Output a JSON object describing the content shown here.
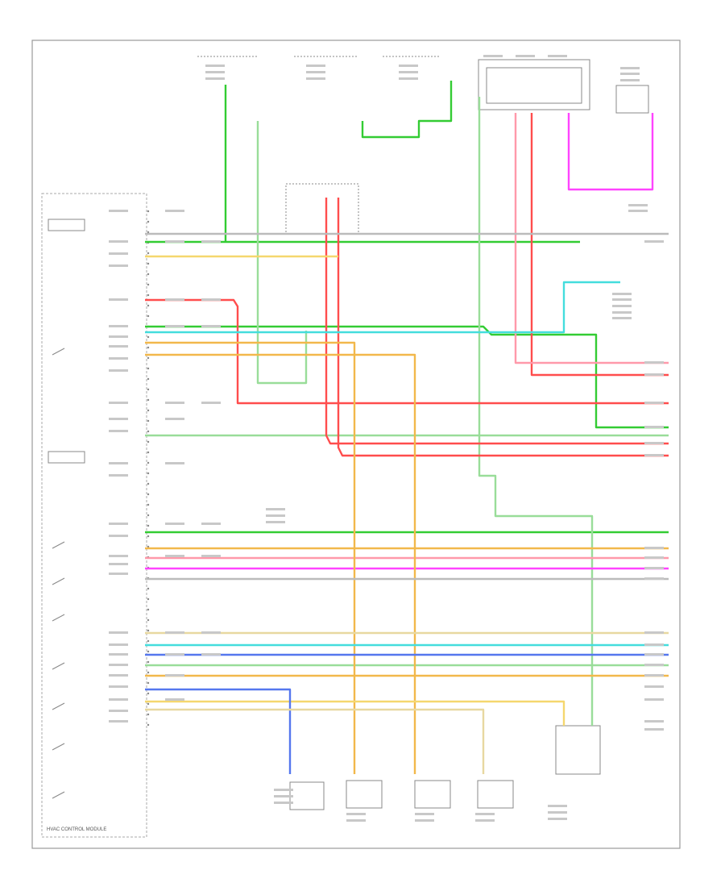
{
  "diagram": {
    "module_label": "HVAC CONTROL MODULE",
    "page_ref": "",
    "colors": {
      "frame": "#999999",
      "wire_green": "#33cc33",
      "wire_lightgreen": "#99dd99",
      "wire_red": "#ff4d4d",
      "wire_pink": "#ff99aa",
      "wire_magenta": "#ff44ff",
      "wire_orange": "#f2b84b",
      "wire_yellow": "#f5d76e",
      "wire_cyan": "#44dddd",
      "wire_blue": "#5577ee",
      "wire_gray": "#bbbbbb",
      "wire_tan": "#e8d8a0"
    },
    "wires": [
      {
        "name": "wire-green-1",
        "color": "wire_green"
      },
      {
        "name": "wire-green-2",
        "color": "wire_green"
      },
      {
        "name": "wire-green-3",
        "color": "wire_green"
      },
      {
        "name": "wire-lightgreen-1",
        "color": "wire_lightgreen"
      },
      {
        "name": "wire-red-1",
        "color": "wire_red"
      },
      {
        "name": "wire-red-2",
        "color": "wire_red"
      },
      {
        "name": "wire-red-3",
        "color": "wire_red"
      },
      {
        "name": "wire-pink-1",
        "color": "wire_pink"
      },
      {
        "name": "wire-magenta-1",
        "color": "wire_magenta"
      },
      {
        "name": "wire-magenta-2",
        "color": "wire_magenta"
      },
      {
        "name": "wire-orange-1",
        "color": "wire_orange"
      },
      {
        "name": "wire-orange-2",
        "color": "wire_orange"
      },
      {
        "name": "wire-yellow-1",
        "color": "wire_yellow"
      },
      {
        "name": "wire-cyan-1",
        "color": "wire_cyan"
      },
      {
        "name": "wire-blue-1",
        "color": "wire_blue"
      },
      {
        "name": "wire-gray-1",
        "color": "wire_gray"
      },
      {
        "name": "wire-tan-1",
        "color": "wire_tan"
      }
    ]
  }
}
